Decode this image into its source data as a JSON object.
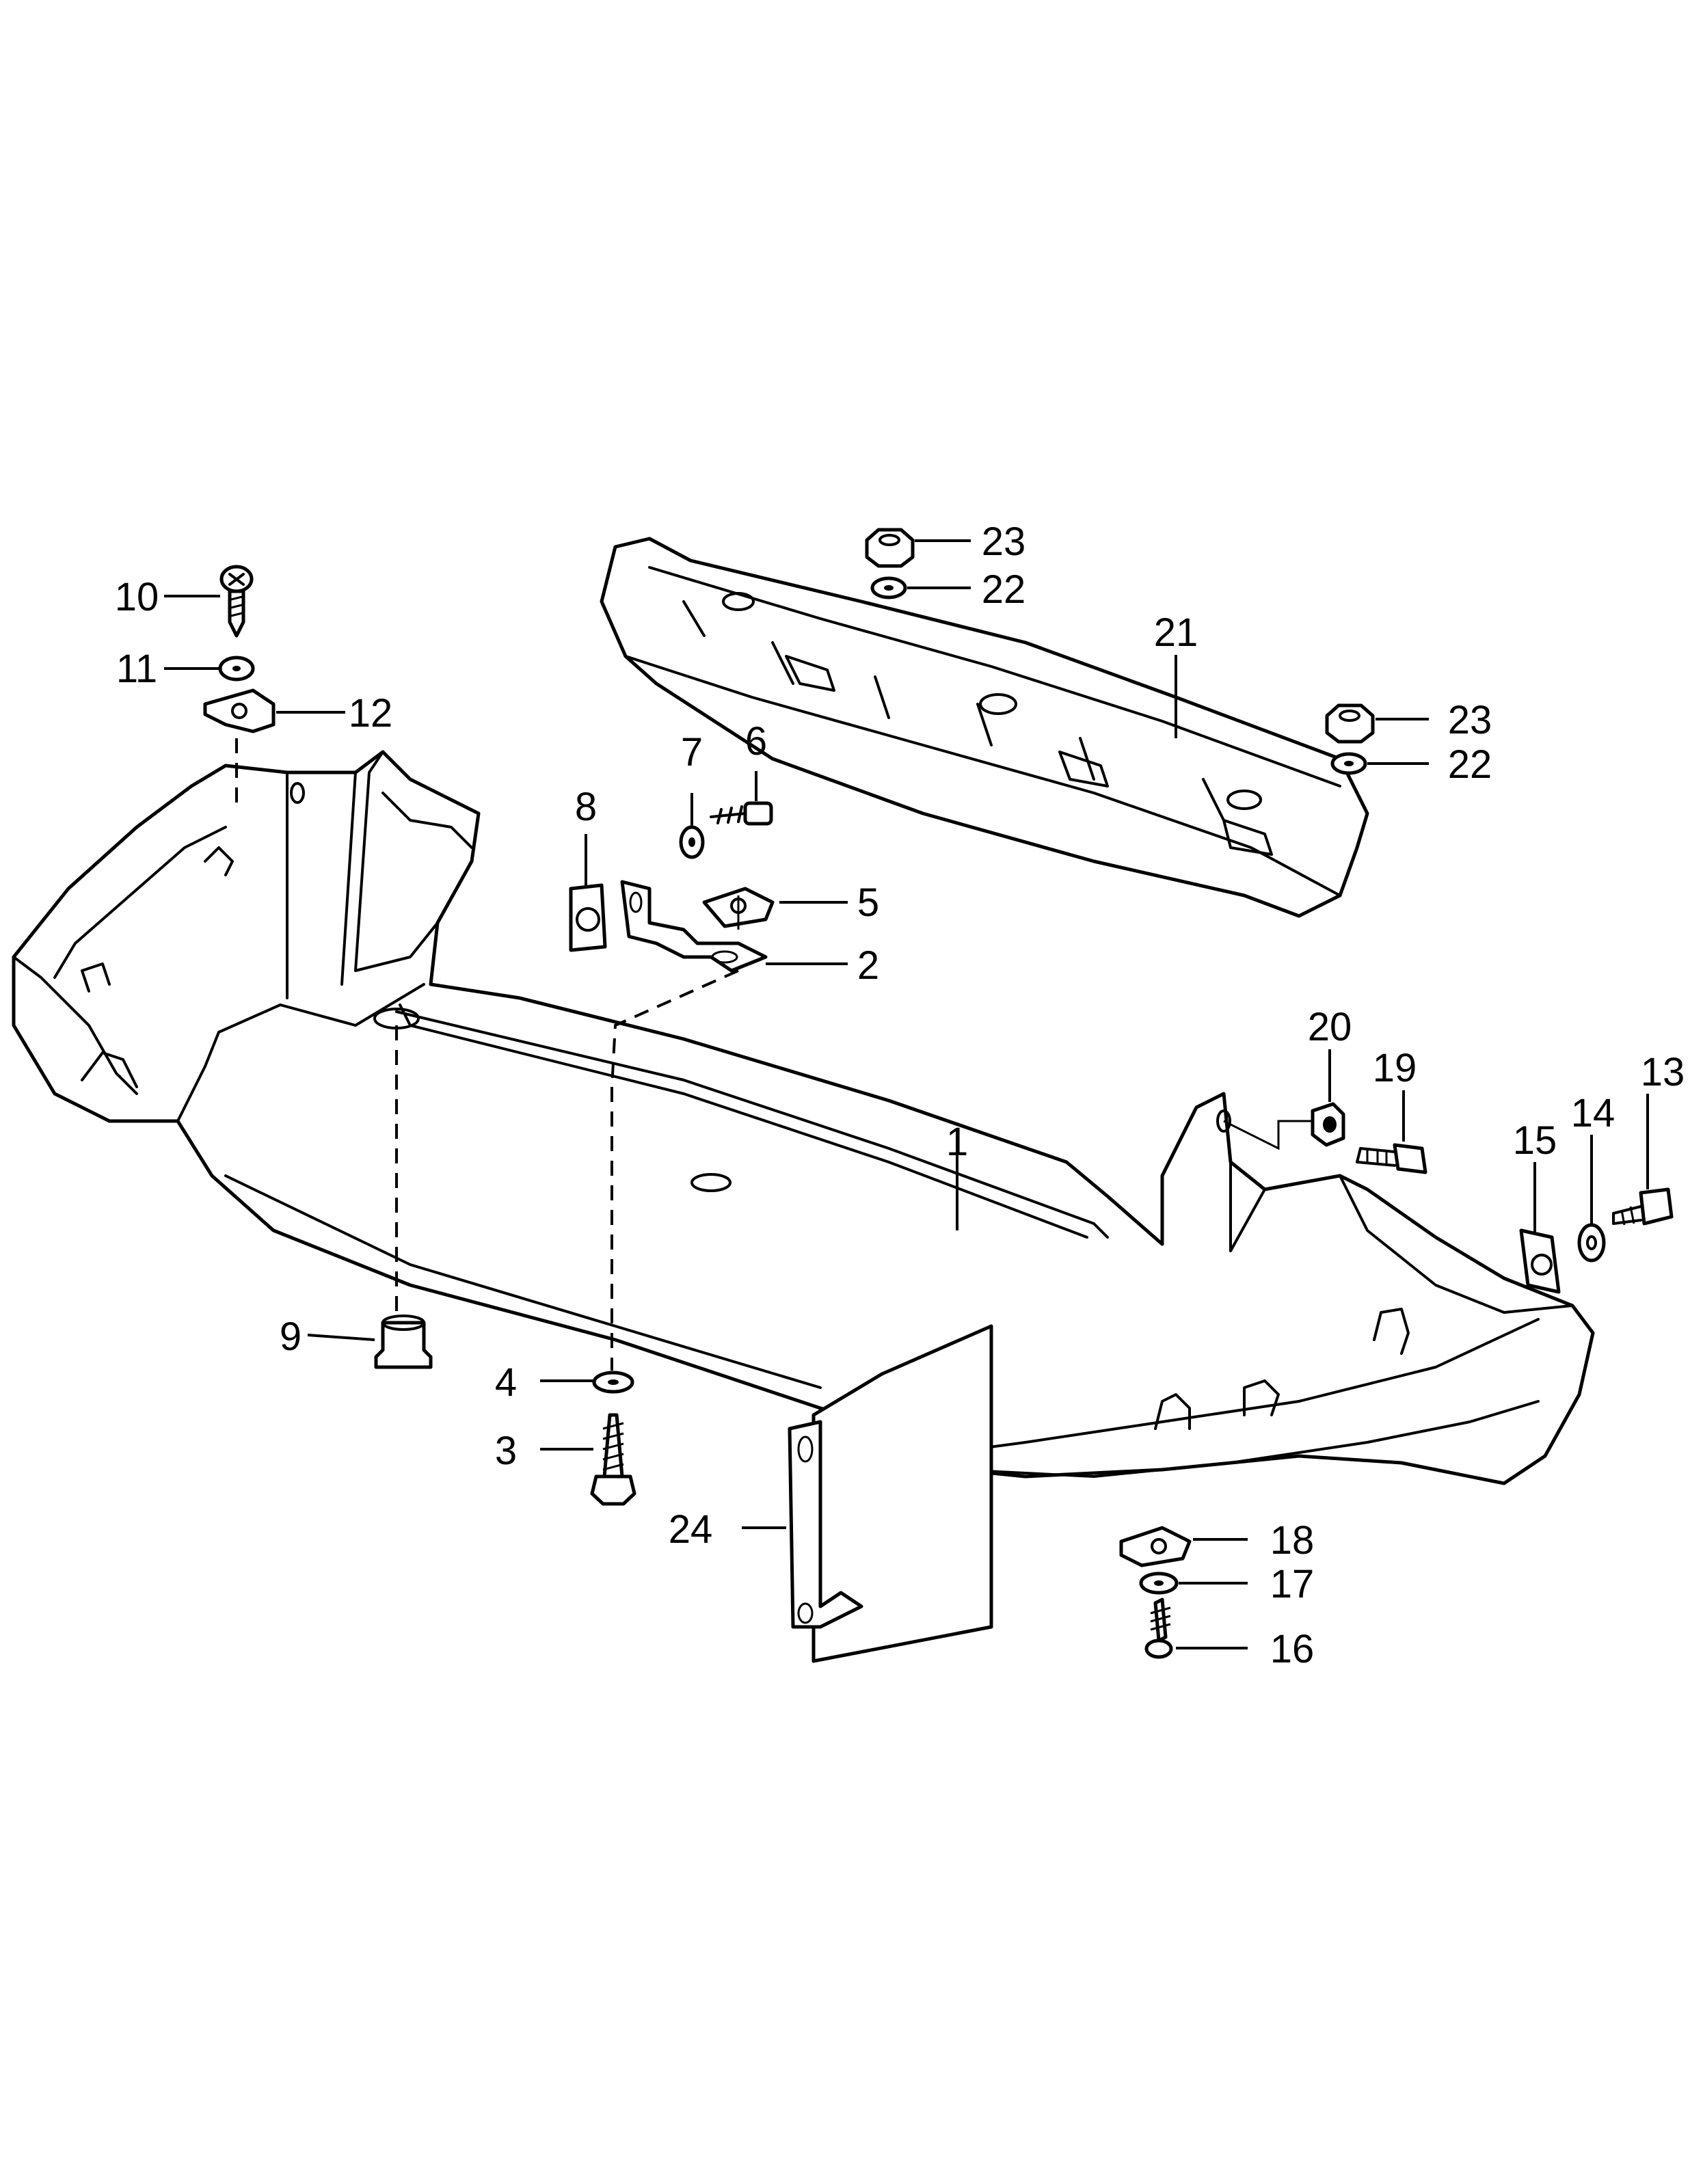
{
  "diagram": {
    "callouts": [
      "1",
      "2",
      "3",
      "4",
      "5",
      "6",
      "7",
      "8",
      "9",
      "10",
      "11",
      "12",
      "13",
      "14",
      "15",
      "16",
      "17",
      "18",
      "19",
      "20",
      "21",
      "22",
      "23",
      "22",
      "23",
      "24"
    ]
  }
}
